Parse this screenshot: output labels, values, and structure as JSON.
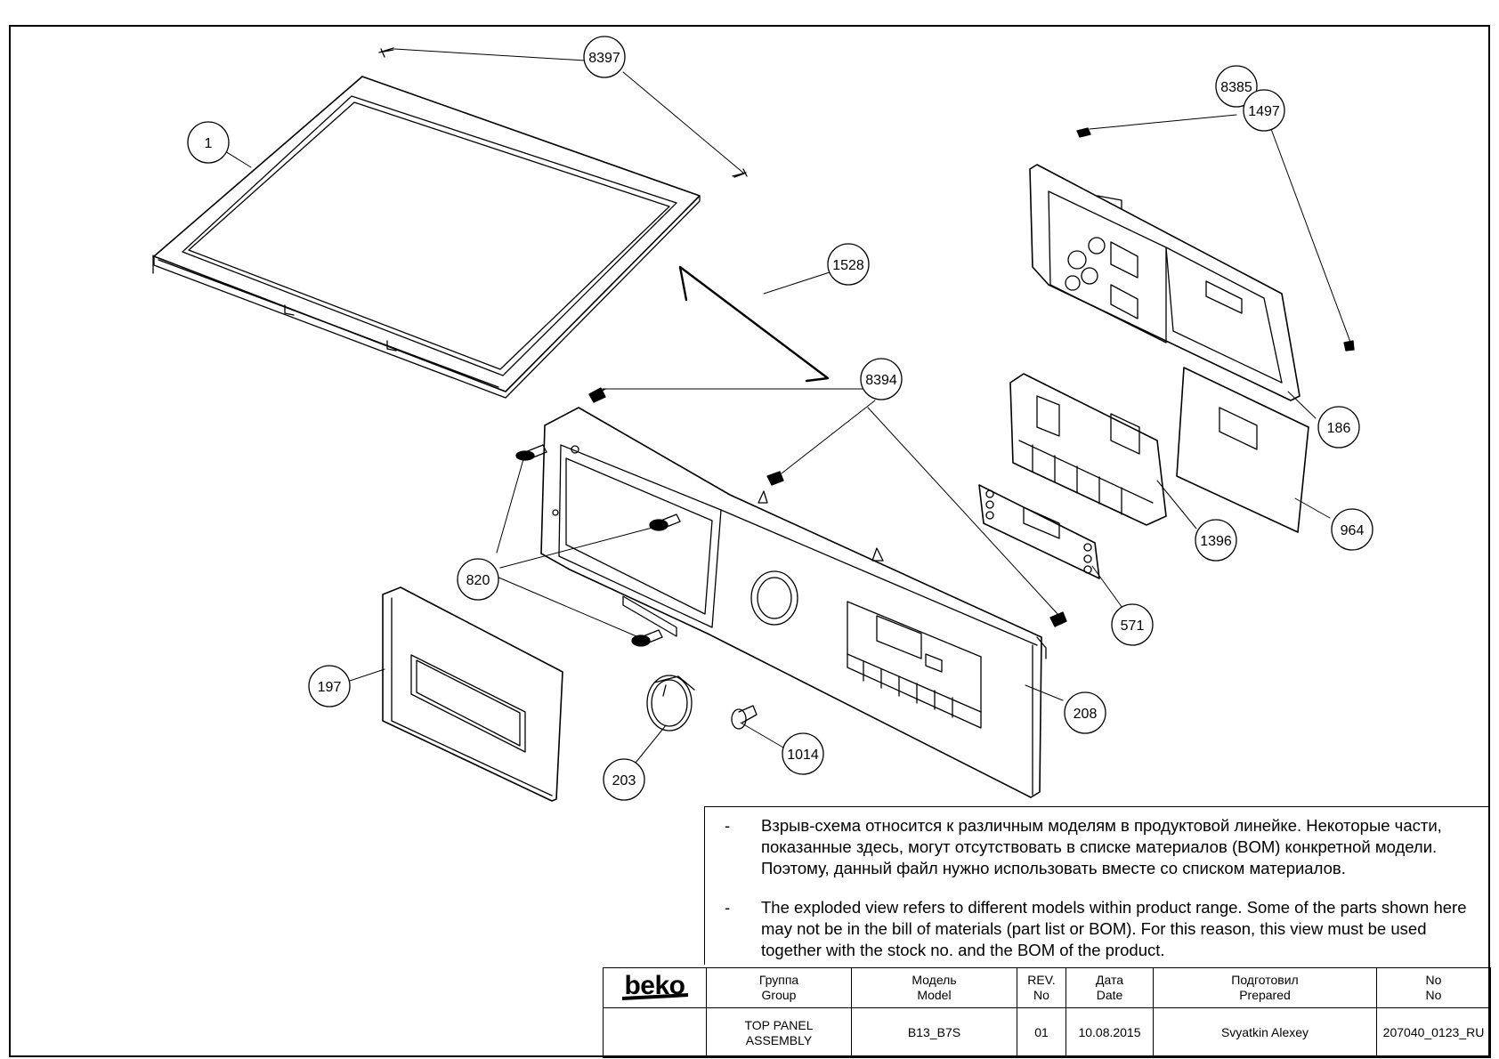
{
  "callouts": [
    {
      "id": "c-1",
      "label": "1"
    },
    {
      "id": "c-8397",
      "label": "8397"
    },
    {
      "id": "c-8385",
      "label": "8385"
    },
    {
      "id": "c-1497",
      "label": "1497"
    },
    {
      "id": "c-1528",
      "label": "1528"
    },
    {
      "id": "c-8394",
      "label": "8394"
    },
    {
      "id": "c-186",
      "label": "186"
    },
    {
      "id": "c-964",
      "label": "964"
    },
    {
      "id": "c-1396",
      "label": "1396"
    },
    {
      "id": "c-571",
      "label": "571"
    },
    {
      "id": "c-820",
      "label": "820"
    },
    {
      "id": "c-197",
      "label": "197"
    },
    {
      "id": "c-208",
      "label": "208"
    },
    {
      "id": "c-1014",
      "label": "1014"
    },
    {
      "id": "c-203",
      "label": "203"
    }
  ],
  "notes": {
    "bullet": "-",
    "ru": "Взрыв-схема относится к различным моделям в продуктовой линейке. Некоторые части, показанные здесь, могут отсутствовать в списке материалов (BOM) конкретной модели. Поэтому, данный файл нужно использовать вместе со списком материалов.",
    "en": "The exploded view refers to different models within product range. Some of the parts shown here may not be in the bill of materials (part list or BOM). For this reason, this view must be used together with the stock no. and the BOM of the product."
  },
  "titleblock": {
    "logo": "beko",
    "headers": {
      "group_ru": "Группа",
      "group_en": "Group",
      "model_ru": "Модель",
      "model_en": "Model",
      "rev_ru": "REV.",
      "rev_en": "No",
      "date_ru": "Дата",
      "date_en": "Date",
      "prepared_ru": "Подготовил",
      "prepared_en": "Prepared",
      "no_ru": "No",
      "no_en": "No"
    },
    "values": {
      "group_line1": "TOP PANEL",
      "group_line2": "ASSEMBLY",
      "model": "B13_B7S",
      "rev": "01",
      "date": "10.08.2015",
      "prepared": "Svyatkin Alexey",
      "no": "207040_0123_RU"
    }
  }
}
